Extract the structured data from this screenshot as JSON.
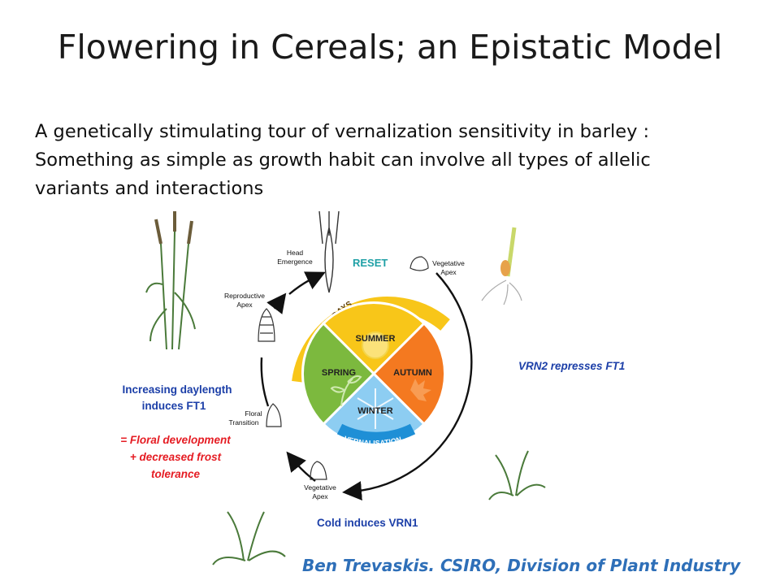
{
  "slide": {
    "title": "Flowering in Cereals; an Epistatic Model",
    "subtitle_lines": [
      "A genetically stimulating tour of vernalization sensitivity in barley :",
      "Something as simple as growth habit can involve all types of allelic",
      "variants and interactions"
    ],
    "credit": "Ben Trevaskis. CSIRO, Division of Plant Industry"
  },
  "diagram": {
    "seasons": {
      "summer": "SUMMER",
      "autumn": "AUTUMN",
      "winter": "WINTER",
      "spring": "SPRING"
    },
    "arcs": {
      "long_days": "LONG DAYS",
      "vernalisation": "VERNALISATION"
    },
    "stages": {
      "head_emergence": [
        "Head",
        "Emergence"
      ],
      "reproductive_apex": [
        "Reproductive",
        "Apex"
      ],
      "floral_transition": [
        "Floral",
        "Transition"
      ],
      "vegetative_apex_top": [
        "Vegetative",
        "Apex"
      ],
      "vegetative_apex_bottom": [
        "Vegetative",
        "Apex"
      ]
    },
    "reset": "RESET",
    "annotations": {
      "vrn2": "VRN2 represses FT1",
      "cold": "Cold induces VRN1",
      "daylength_lines": [
        "Increasing daylength",
        "induces FT1"
      ],
      "floral_dev_lines": [
        "= Floral development",
        "+ decreased frost",
        "tolerance"
      ]
    },
    "colors": {
      "summer": "#f8c619",
      "autumn": "#f47920",
      "winter": "#8dcdf2",
      "spring": "#7cb93e",
      "long_days_arc": "#f8c619",
      "vernalisation_arc": "#1e8fd6",
      "blue_text": "#1c3fa8",
      "red_text": "#e51c23",
      "reset_text": "#1fa0a6"
    }
  }
}
